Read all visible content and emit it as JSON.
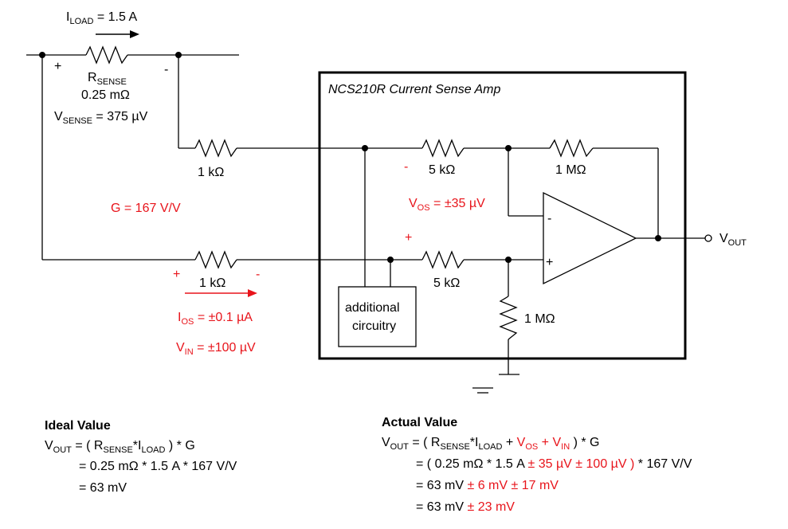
{
  "labels": {
    "iload": "1.5 A",
    "rsense_name": "R",
    "rsense_sub": "SENSE",
    "rsense_value": "0.25 mΩ",
    "vsense_name": "V",
    "vsense_sub": "SENSE",
    "vsense_value": "= 375 µV",
    "r_top_input": "1 kΩ",
    "r_bottom_input": "1 kΩ",
    "gain": "G = 167 V/V",
    "amp_title": "NCS210R Current Sense Amp",
    "r5k_top": "5 kΩ",
    "r5k_bottom": "5 kΩ",
    "r1m_top": "1 MΩ",
    "r1m_bottom": "1 MΩ",
    "vos_name": "V",
    "vos_sub": "OS",
    "vos_value": "= ±35 µV",
    "ios_name": "I",
    "ios_sub": "OS",
    "ios_value": "= ±0.1 µA",
    "vin_name": "V",
    "vin_sub": "IN",
    "vin_value": "= ±100 µV",
    "vout_name": "V",
    "vout_sub": "OUT",
    "additional_line1": "additional",
    "additional_line2": "circuitry",
    "plus": "+",
    "minus": "-"
  },
  "ideal": {
    "title": "Ideal Value",
    "line1_prefix": "= ( R",
    "line1_mid1": "*I",
    "line1_end": ") * G",
    "line2": "= 0.25 mΩ * 1.5 A * 167 V/V",
    "line3": "= 63 mV"
  },
  "actual": {
    "title": "Actual Value",
    "line1_prefix": "= ( R",
    "line1_mid1": "*I",
    "line1_plus": " + ",
    "line1_red1": "V",
    "line1_red2": "V",
    "line1_end": ") * G",
    "line2_black": "= ( 0.25 mΩ * 1.5 A",
    "line2_red": "± 35 µV ± 100 µV )",
    "line2_end": "* 167 V/V",
    "line3_black": "= 63 mV",
    "line3_red": "± 6 mV ± 17 mV",
    "line4_black": "= 63 mV",
    "line4_red": "± 23 mV"
  },
  "colors": {
    "error": "#e8141b",
    "ink": "#000000"
  }
}
